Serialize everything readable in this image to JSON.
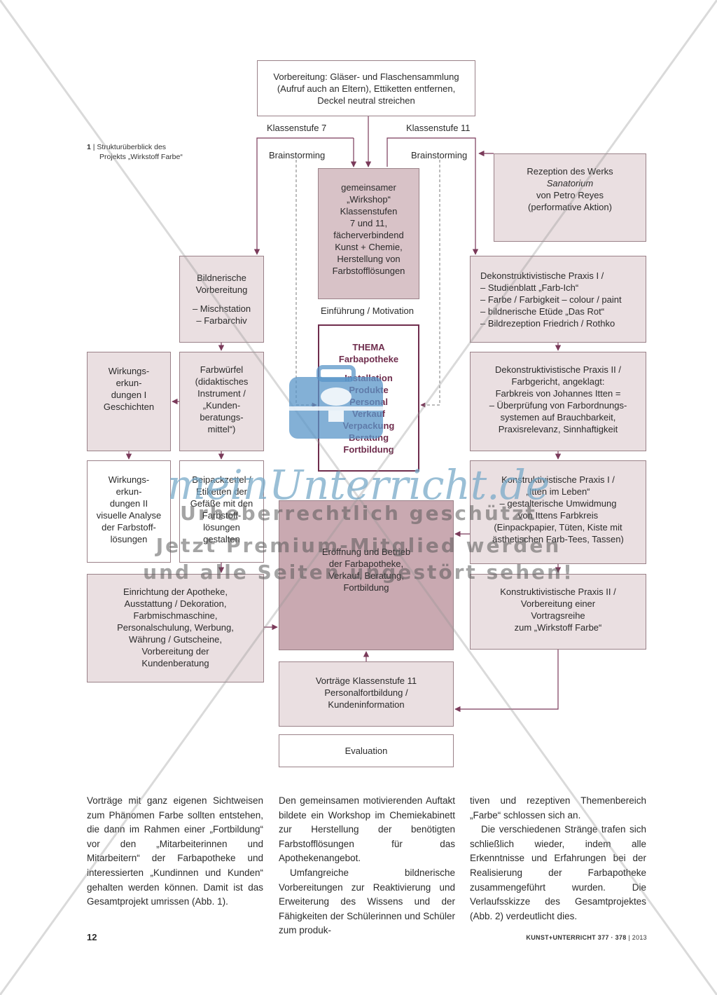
{
  "caption": {
    "number": "1",
    "line1": "Strukturüberblick des",
    "line2": "Projekts „Wirkstoff Farbe“"
  },
  "labels": {
    "klasse7": "Klassenstufe 7",
    "klasse11": "Klassenstufe 11",
    "brainstorm_left": "Brainstorming",
    "brainstorm_right": "Brainstorming",
    "einfuehrung": "Einführung / Motivation"
  },
  "boxes": {
    "vorbereitung": [
      "Vorbereitung: Gläser- und Flaschensammlung",
      "(Aufruf auch an Eltern), Ettiketten entfernen,",
      "Deckel neutral streichen"
    ],
    "workshop": [
      "gemeinsamer",
      "„Wirkshop“",
      "Klassenstufen",
      "7 und 11,",
      "fächerverbindend",
      "Kunst + Chemie,",
      "Herstellung von",
      "Farbstofflösungen"
    ],
    "rezeption": [
      "Rezeption des Werks",
      "Sanatorium",
      "von Petro Reyes",
      "(performative Aktion)"
    ],
    "bildnerische": [
      "Bildnerische",
      "Vorbereitung",
      "– Mischstation",
      "– Farbarchiv"
    ],
    "dekon1": [
      "Dekonstruktivistische Praxis I /",
      "–  Studienblatt „Farb-Ich“",
      "–  Farbe / Farbigkeit – colour / paint",
      "–  bildnerische Etüde „Das Rot“",
      "–  Bildrezeption Friedrich / Rothko"
    ],
    "thema": [
      "THEMA",
      "Farbapotheke",
      "Installation",
      "Produkte",
      "Personal",
      "Verkauf",
      "Verpackung",
      "Beratung",
      "Fortbildung"
    ],
    "wirkung1": [
      "Wirkungs-",
      "erkun-",
      "dungen I",
      "Geschichten"
    ],
    "farbwuerfel": [
      "Farbwürfel",
      "(didaktisches",
      "Instrument /",
      "„Kunden-",
      "beratungs-",
      "mittel“)"
    ],
    "dekon2": [
      "Dekonstruktivistische Praxis II /",
      "Farbgericht, angeklagt:",
      "Farbkreis von Johannes Itten =",
      "–  Überprüfung von Farbordnungs-",
      "systemen auf Brauchbarkeit,",
      "Praxisrelevanz, Sinnhaftigkeit"
    ],
    "wirkung2": [
      "Wirkungs-",
      "erkun-",
      "dungen II",
      "visuelle Analyse",
      "der Farbstoff-",
      "lösungen"
    ],
    "beipack": [
      "Beipackzettel /",
      "Etiketten der",
      "Gefäße mit den",
      "Farbstoff-",
      "lösungen",
      "gestalten"
    ],
    "kons1": [
      "Konstruktivistische Praxis I /",
      "„Itten im Leben“",
      "–  gestalterische Umwidmung",
      "von Ittens Farbkreis",
      "(Einpackpapier, Tüten, Kiste mit",
      "ästhetischen Farb-Tees, Tassen)"
    ],
    "eroeffnung": [
      "Eröffnung und Betrieb",
      "der Farbapotheke,",
      "Verkauf, Beratung,",
      "Fortbildung"
    ],
    "einrichtung": [
      "Einrichtung der Apotheke,",
      "Ausstattung / Dekoration,",
      "Farbmischmaschine,",
      "Personalschulung, Werbung,",
      "Währung / Gutscheine,",
      "Vorbereitung der",
      "Kundenberatung"
    ],
    "kons2": [
      "Konstruktivistische Praxis II /",
      "Vorbereitung einer",
      "Vortragsreihe",
      "zum „Wirkstoff Farbe“"
    ],
    "vortraege": [
      "Vorträge Klassenstufe 11",
      "Personalfortbildung /",
      "Kundeninformation"
    ],
    "evaluation": [
      "Evaluation"
    ]
  },
  "body": {
    "col1": "Vorträge mit ganz eigenen Sichtweisen zum Phänomen Farbe sollten entstehen, die dann im Rahmen einer „Fortbildung“ vor den „Mitarbeiterinnen und Mitarbeitern“ der Farbapotheke und interessierten „Kundinnen und Kunden“ gehalten werden können. Damit ist das Gesamtprojekt umrissen (Abb. 1).",
    "col2_p1": "Den gemeinsamen motivierenden Auftakt bildete ein Workshop im Chemiekabinett zur Herstellung der benötigten Farbstofflösungen für das Apothekenangebot.",
    "col2_p2": "Umfangreiche bildnerische Vorbereitungen zur Reaktivierung und Erweiterung des Wissens und der Fähigkeiten der Schülerinnen und Schüler zum produk-",
    "col3_p1": "tiven und rezeptiven Themenbereich „Farbe“ schlossen sich an.",
    "col3_p2": "Die verschiedenen Stränge trafen sich schließlich wieder, indem alle Erkenntnisse und Erfahrungen bei der Realisierung der Farbapotheke zusammengeführt wurden. Die Verlaufsskizze des Gesamtprojektes (Abb. 2) verdeutlicht dies."
  },
  "footer": {
    "page": "12",
    "journal": "KUNST+UNTERRICHT 377 · 378",
    "year": "2013"
  },
  "watermark": {
    "logo": "meinUnterricht.de",
    "line1": "Urheberrechtlich geschützt",
    "line2": "Jetzt Premium-Mitglied werden",
    "line3": "und alle Seiten ungestört sehen!"
  },
  "colors": {
    "accent": "#6f2d4d",
    "box_pink": "#eadfe1",
    "box_mauve": "#d8c2c7",
    "box_deep": "#c9a9b1",
    "arrow": "#7a3a5a"
  }
}
